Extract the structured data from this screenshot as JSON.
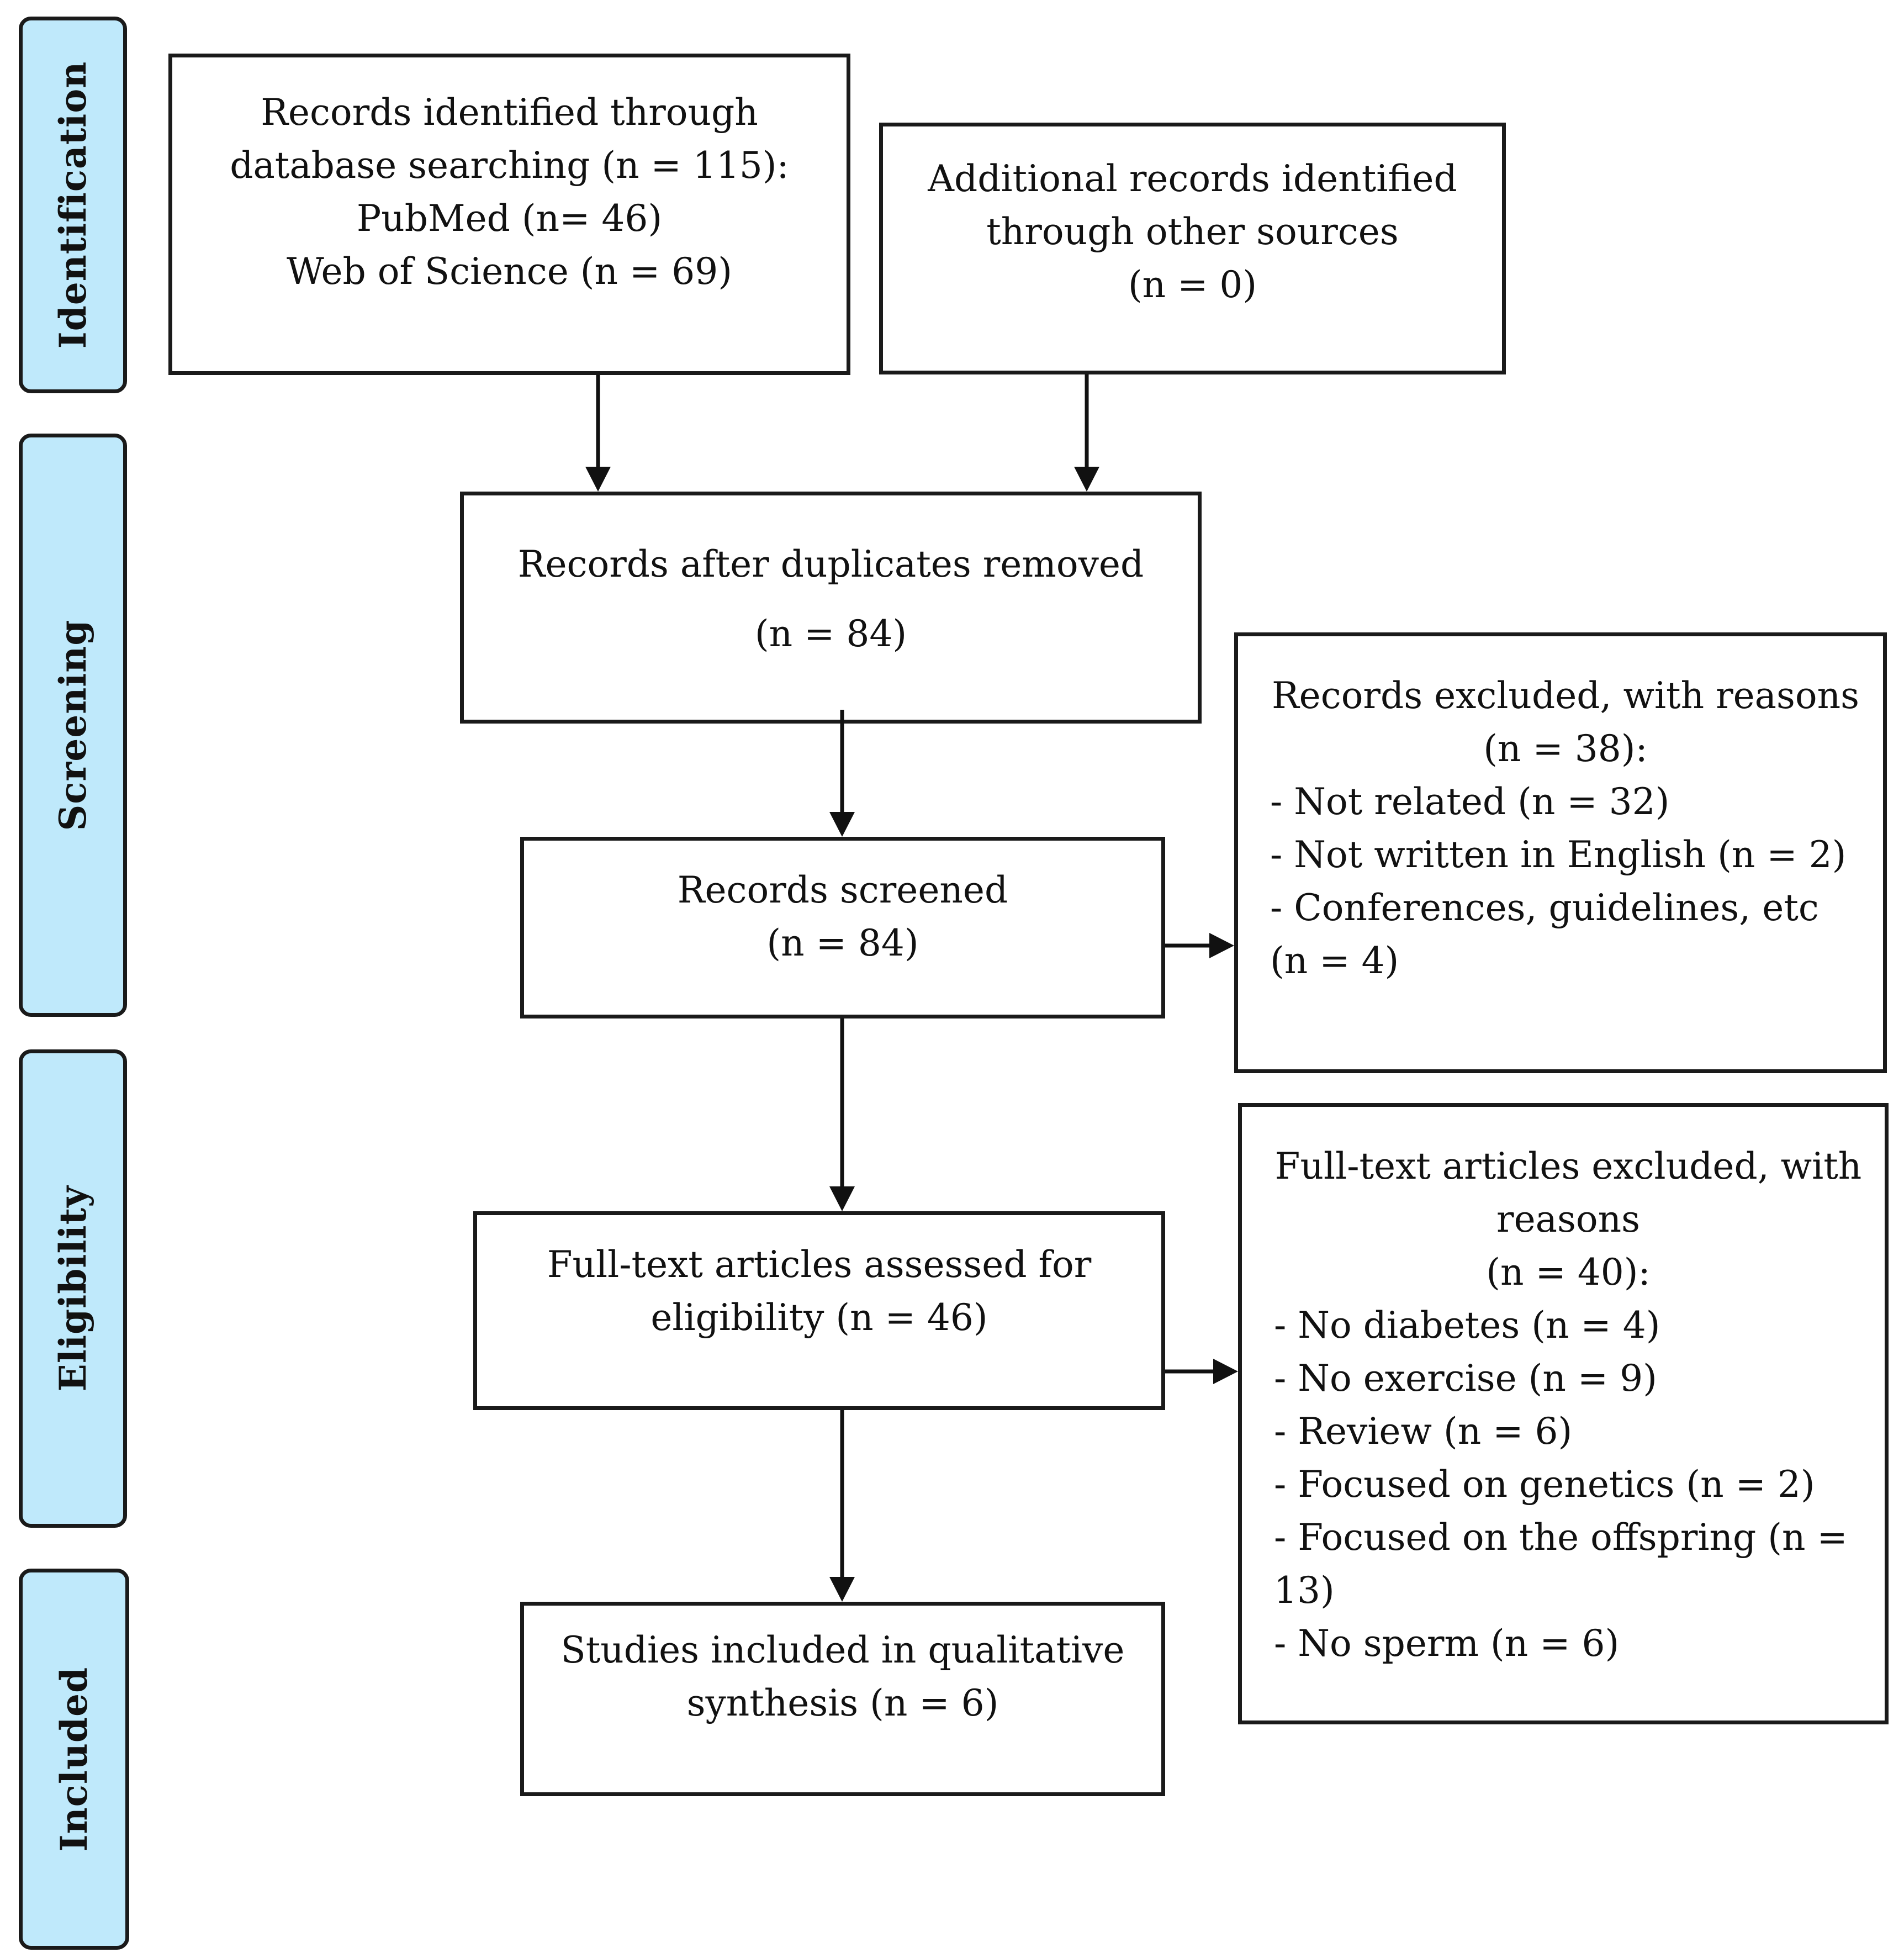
{
  "phases": {
    "identification": "Identification",
    "screening": "Screening",
    "eligibility": "Eligibility",
    "included": "Included"
  },
  "boxes": {
    "database_search": {
      "lines": [
        "Records identified through",
        "database searching (n = 115):",
        "PubMed (n= 46)",
        "Web of Science (n = 69)"
      ]
    },
    "other_sources": {
      "lines": [
        "Additional records identified",
        "through other sources",
        "(n = 0)"
      ]
    },
    "duplicates_removed": {
      "lines": [
        "Records after duplicates removed",
        "(n = 84)"
      ]
    },
    "screened": {
      "lines": [
        "Records screened",
        "(n = 84)"
      ]
    },
    "records_excluded": {
      "heading": [
        "Records excluded, with reasons",
        "(n = 38):"
      ],
      "reasons": [
        "- Not related (n = 32)",
        "- Not written in English (n = 2)",
        "- Conferences, guidelines, etc (n = 4)"
      ]
    },
    "fulltext_assessed": {
      "lines": [
        "Full-text articles assessed for",
        "eligibility (n = 46)"
      ]
    },
    "fulltext_excluded": {
      "heading": [
        "Full-text articles excluded, with",
        "reasons",
        "(n = 40):"
      ],
      "reasons": [
        "- No diabetes (n = 4)",
        "- No exercise (n = 9)",
        "- Review (n = 6)",
        "- Focused on genetics (n = 2)",
        "- Focused on the offspring (n = 13)",
        "- No sperm (n = 6)"
      ]
    },
    "included_studies": {
      "lines": [
        "Studies included in qualitative",
        "synthesis (n = 6)"
      ]
    }
  }
}
